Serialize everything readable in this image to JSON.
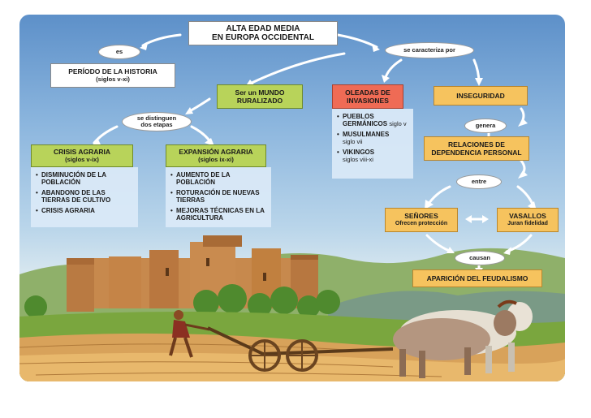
{
  "title": {
    "line1": "ALTA EDAD MEDIA",
    "line2": "EN EUROPA OCCIDENTAL"
  },
  "connectors": {
    "es": "es",
    "caracteriza": "se caracteriza por",
    "distinguen": {
      "line1": "se distinguen",
      "line2": "dos etapas"
    },
    "genera": "genera",
    "entre": "entre",
    "causan": "causan"
  },
  "periodo": {
    "line1": "PERÍODO DE LA HISTORIA",
    "line2": "(siglos v-xi)"
  },
  "mundo": {
    "line1": "Ser un MUNDO",
    "line2": "RURALIZADO"
  },
  "oleadas": {
    "line1": "OLEADAS DE",
    "line2": "INVASIONES"
  },
  "invasiones": [
    {
      "name1": "PUEBLOS",
      "name2": "GERMÁNICOS",
      "sub": "siglo v"
    },
    {
      "name1": "MUSULMANES",
      "name2": "",
      "sub": "siglo vii"
    },
    {
      "name1": "VIKINGOS",
      "name2": "",
      "sub": "siglos viii-xi"
    }
  ],
  "inseguridad": "INSEGURIDAD",
  "relaciones": {
    "line1": "RELACIONES DE",
    "line2": "DEPENDENCIA PERSONAL"
  },
  "senores": {
    "title": "SEÑORES",
    "sub": "Ofrecen protección"
  },
  "vasallos": {
    "title": "VASALLOS",
    "sub": "Juran fidelidad"
  },
  "feudalismo": "APARICIÓN DEL FEUDALISMO",
  "crisis": {
    "title": "CRISIS AGRARIA",
    "sub": "(siglos v-ix)",
    "items": [
      "DISMINUCIÓN DE LA POBLACIÓN",
      "ABANDONO DE LAS TIERRAS DE CULTIVO",
      "CRISIS AGRARIA"
    ]
  },
  "expansion": {
    "title": "EXPANSIÓN AGRARIA",
    "sub": "(siglos ix-xi)",
    "items": [
      "AUMENTO DE LA POBLACIÓN",
      "ROTURACIÓN DE NUEVAS TIERRAS",
      "MEJORAS TÉCNICAS EN LA AGRICULTURA"
    ]
  },
  "colors": {
    "green_box": "#b8d35a",
    "orange_box": "#f6c35e",
    "red_box": "#ef6b55",
    "sky": "#5d90c9"
  }
}
